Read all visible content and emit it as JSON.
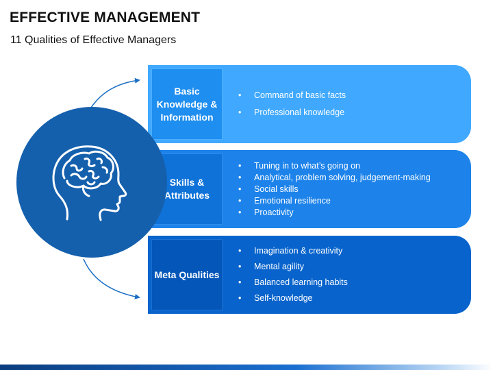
{
  "header": {
    "title": "EFFECTIVE MANAGEMENT",
    "subtitle": "11 Qualities of Effective Managers"
  },
  "center": {
    "icon": "human-head-brain-icon"
  },
  "rows": [
    {
      "label": "Basic Knowledge & Information",
      "color": "#40a9ff",
      "items": [
        "Command of basic facts",
        "Professional knowledge"
      ]
    },
    {
      "label": "Skills & Attributes",
      "color": "#1d83ea",
      "items": [
        "Tuning in to what’s going on",
        "Analytical, problem solving, judgement-making",
        "Social skills",
        "Emotional resilience",
        "Proactivity"
      ]
    },
    {
      "label": "Meta Qualities",
      "color": "#0864cc",
      "items": [
        "Imagination & creativity",
        "Mental agility",
        "Balanced learning habits",
        "Self-knowledge"
      ]
    }
  ]
}
